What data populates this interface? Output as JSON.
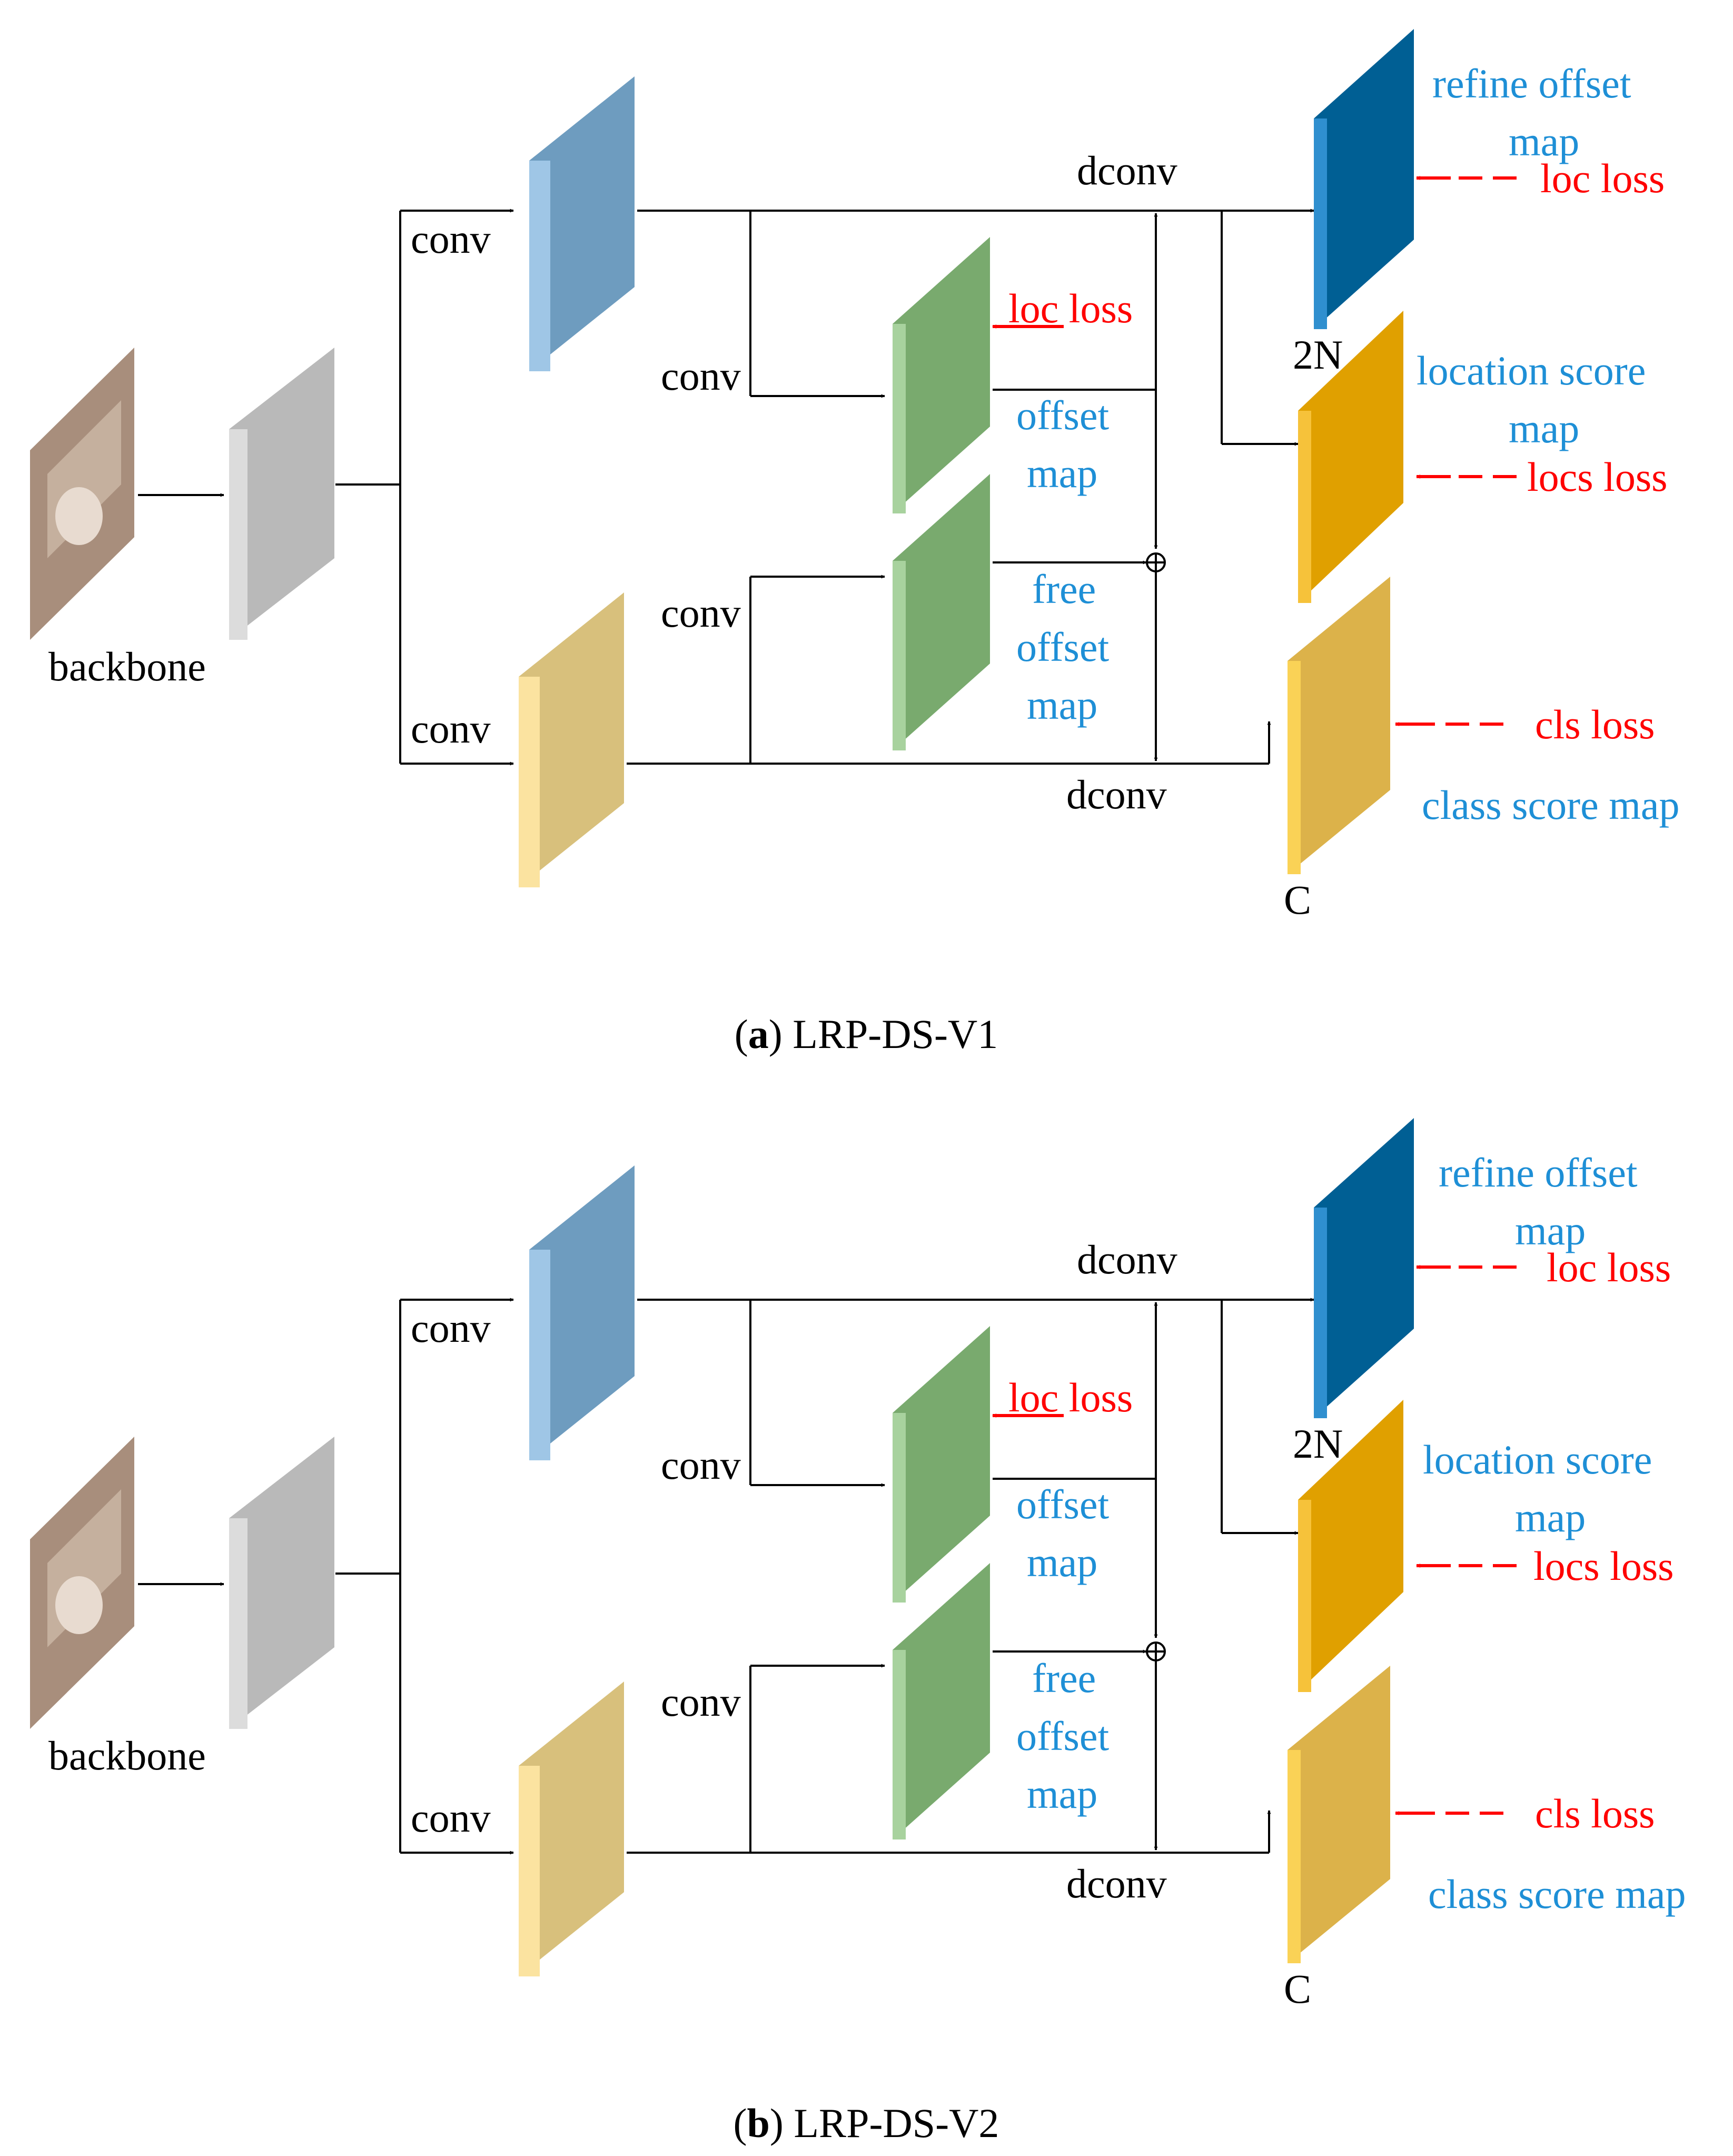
{
  "colors": {
    "input_image": "#a88e7c",
    "backbone": "#b9b9b9",
    "conv_blue": "#6e9cbf",
    "conv_yellow": "#d8c07c",
    "green": "#79aa6e",
    "refine_blue": "#005f94",
    "location_orange": "#e0a000",
    "class_yellow": "#dcb24a",
    "label_blue": "#1e8fd6",
    "loss_red": "#ff0000"
  },
  "panels": [
    {
      "caption_letter": "a",
      "caption_text": ") LRP-DS-V1",
      "labels": {
        "backbone": "backbone",
        "conv_top": "conv",
        "conv_bottom": "conv",
        "conv_mid_top": "conv",
        "conv_mid_bottom": "conv",
        "dconv_top": "dconv",
        "dconv_bottom": "dconv",
        "loc_loss_mid": "loc loss",
        "offset_map_1": "offset",
        "offset_map_2": "map",
        "free_offset_1": "free",
        "free_offset_2": "offset",
        "free_offset_3": "map",
        "refine_1": "refine offset",
        "refine_2": "map",
        "refine_loss": "loc loss",
        "dim_2n": "2N",
        "location_1": "location score",
        "location_2": "map",
        "location_loss": "locs loss",
        "cls_loss": "cls loss",
        "class_map": "class score map",
        "dim_c": "C"
      }
    },
    {
      "caption_letter": "b",
      "caption_text": ") LRP-DS-V2",
      "labels": {
        "backbone": "backbone",
        "conv_top": "conv",
        "conv_bottom": "conv",
        "conv_mid_top": "conv",
        "conv_mid_bottom": "conv",
        "dconv_top": "dconv",
        "dconv_bottom": "dconv",
        "loc_loss_mid": "loc loss",
        "offset_map_1": "offset",
        "offset_map_2": "map",
        "free_offset_1": "free",
        "free_offset_2": "offset",
        "free_offset_3": "map",
        "refine_1": "refine offset",
        "refine_2": "map",
        "refine_loss": "loc loss",
        "dim_2n": "2N",
        "location_1": "location score",
        "location_2": "map",
        "location_loss": "locs loss",
        "cls_loss": "cls loss",
        "class_map": "class score map",
        "dim_c": "C"
      }
    }
  ]
}
